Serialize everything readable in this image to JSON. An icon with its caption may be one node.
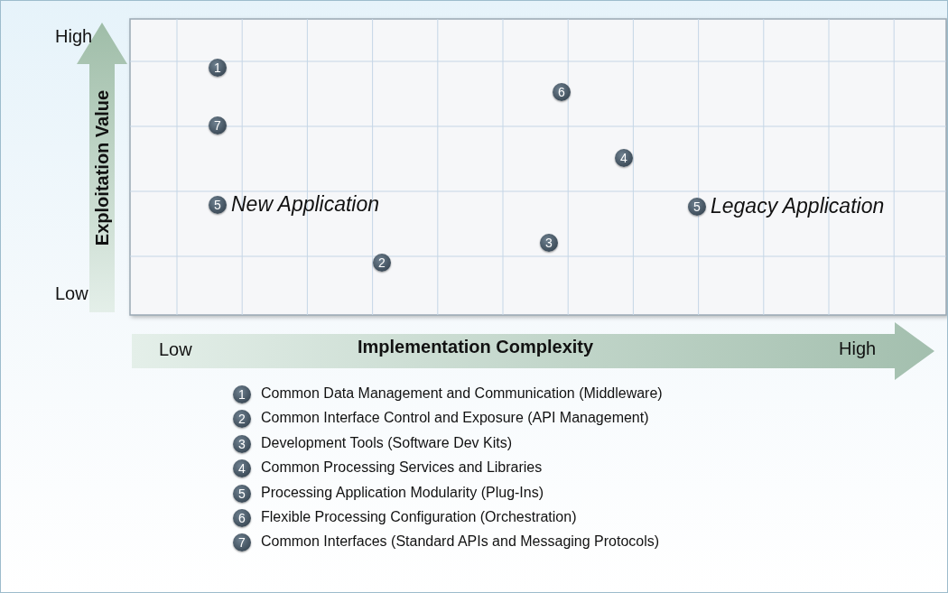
{
  "diagram": {
    "nodes": [
      {
        "text": [
          "1"
        ]
      },
      {
        "text": [
          "6"
        ]
      },
      {
        "text": [
          "7"
        ]
      },
      {
        "text": [
          "4"
        ]
      },
      {
        "text": [
          "5"
        ],
        "beside": [
          "New Application"
        ]
      },
      {
        "text": [
          "5"
        ],
        "beside": [
          "Legacy Application"
        ]
      },
      {
        "text": [
          "3"
        ]
      },
      {
        "text": [
          "2"
        ]
      },
      {
        "text": [
          "1"
        ],
        "beside": [
          "Common Data Management and Communication (Middleware)"
        ]
      },
      {
        "text": [
          "2"
        ],
        "beside": [
          "Common Interface Control and Exposure (API Management)"
        ]
      },
      {
        "text": [
          "3"
        ],
        "beside": [
          "Development Tools (Software Dev Kits)"
        ]
      },
      {
        "text": [
          "4"
        ],
        "beside": [
          "Common Processing Services and Libraries"
        ]
      },
      {
        "text": [
          "5"
        ],
        "beside": [
          "Processing Application Modularity (Plug-Ins)"
        ]
      },
      {
        "text": [
          "6"
        ],
        "beside": [
          "Flexible Processing Configuration (Orchestration)"
        ]
      },
      {
        "text": [
          "7"
        ],
        "beside": [
          "Common Interfaces (Standard APIs and Messaging Protocols)"
        ]
      }
    ],
    "edges": [],
    "labels": [
      "High",
      "Exploitation Value",
      "Low",
      "Low",
      "Implementation Complexity",
      "High"
    ]
  }
}
